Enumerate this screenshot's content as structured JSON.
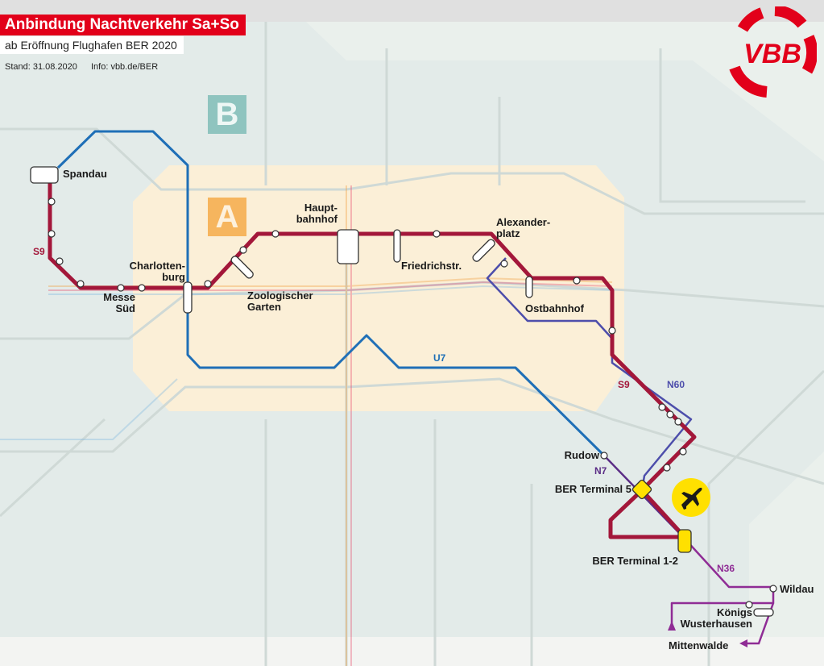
{
  "header": {
    "title": "Anbindung Nachtverkehr Sa+So",
    "subtitle": "ab Eröffnung Flughafen BER 2020",
    "stand": "Stand: 31.08.2020",
    "info": "Info: vbb.de/BER"
  },
  "logo": {
    "text": "VBB"
  },
  "zones": {
    "a": "A",
    "b": "B"
  },
  "colors": {
    "s9": "#a3173a",
    "u7": "#1f6fb7",
    "n60": "#4d4eab",
    "n7": "#5b2d86",
    "n36": "#8f2c95",
    "airport": "#ffe000",
    "brand_red": "#e2001a"
  },
  "lines": {
    "s9": "S9",
    "u7": "U7",
    "n60": "N60",
    "n7": "N7",
    "n36": "N36"
  },
  "stations": {
    "spandau": "Spandau",
    "messe_sued": "Messe\nSüd",
    "charlottenburg": "Charlotten-\nburg",
    "zoo": "Zoologischer\nGarten",
    "hbf": "Haupt-\nbahnhof",
    "friedrichstr": "Friedrichstr.",
    "alexanderplatz": "Alexander-\nplatz",
    "ostbahnhof": "Ostbahnhof",
    "rudow": "Rudow",
    "ber5": "BER Terminal 5",
    "ber12": "BER Terminal 1-2",
    "wildau": "Wildau",
    "koenigs": "Königs\nWusterhausen",
    "mittenwalde": "Mittenwalde"
  },
  "icons": {
    "airport": "airplane-icon"
  }
}
